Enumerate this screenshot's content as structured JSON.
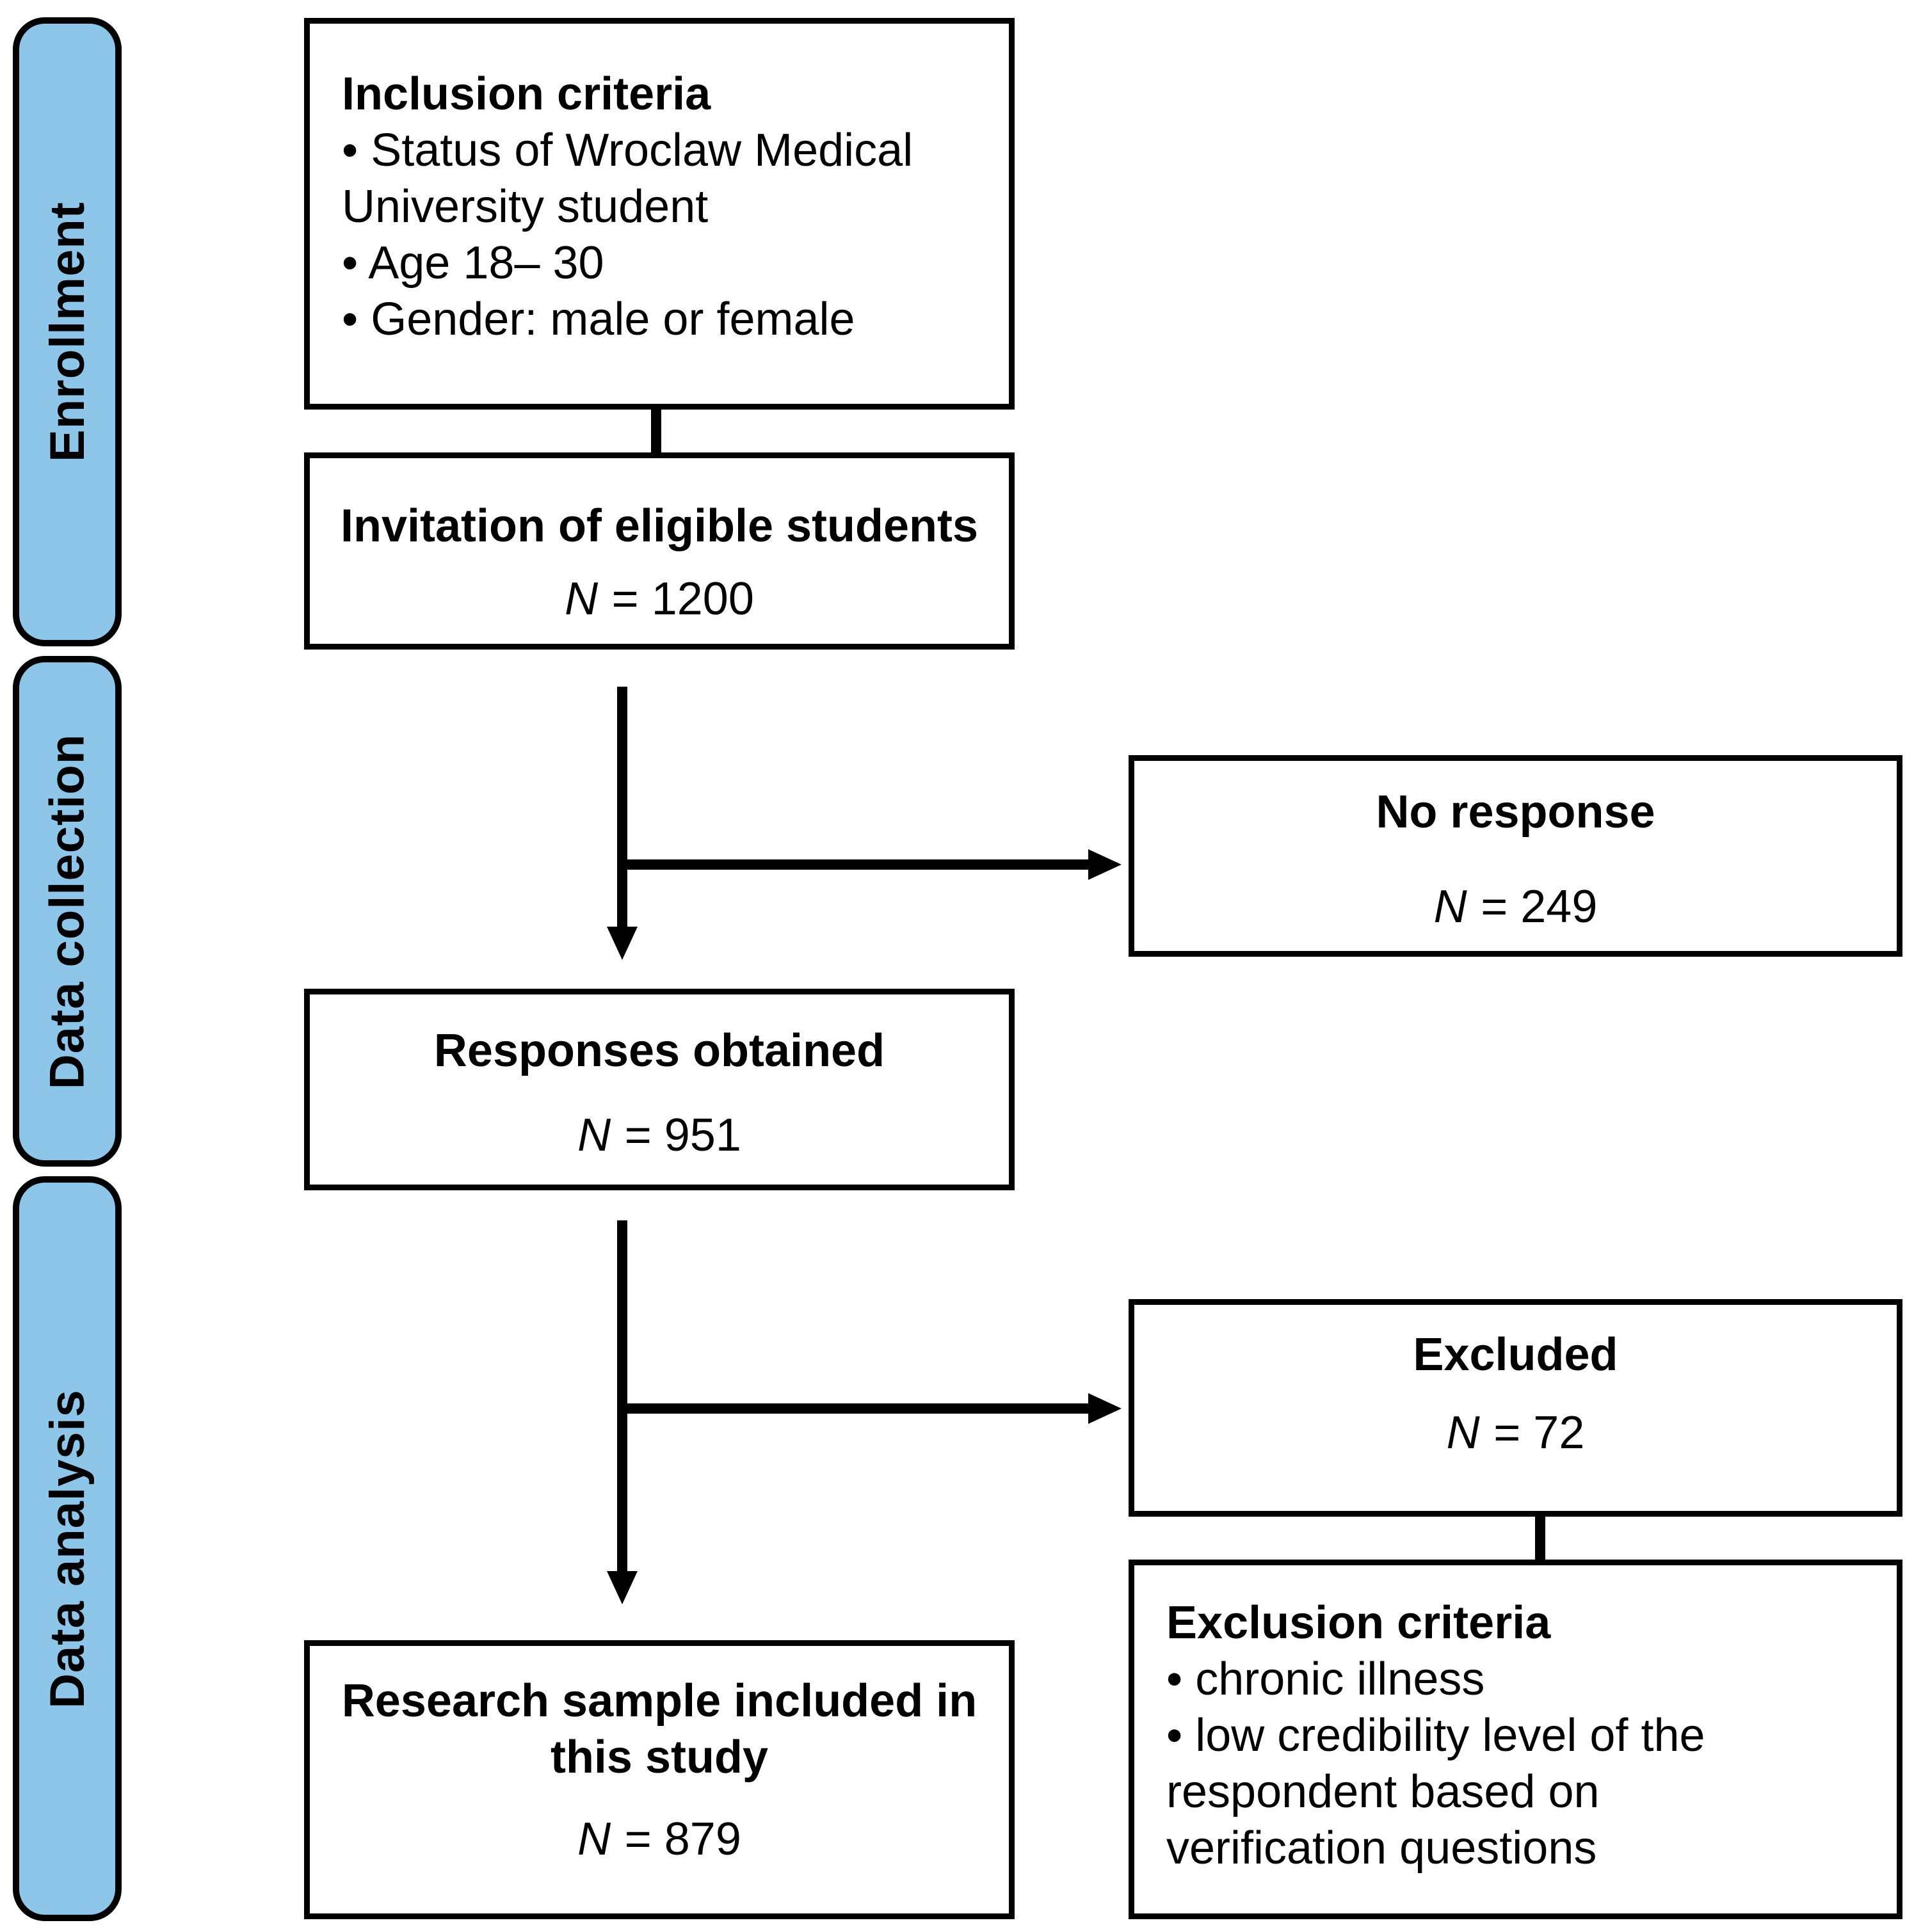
{
  "colors": {
    "stage_fill": "#8DC6E8",
    "line": "#000000",
    "box_background": "#ffffff",
    "text": "#000000"
  },
  "stages": [
    {
      "label": "Enrollment"
    },
    {
      "label": "Data collection"
    },
    {
      "label": "Data analysis"
    }
  ],
  "boxes": {
    "inclusion": {
      "title": "Inclusion criteria",
      "lines": [
        "• Status of Wroclaw Medical",
        "University student",
        "• Age 18– 30",
        "• Gender: male or female"
      ]
    },
    "invitation": {
      "title": "Invitation of eligible students",
      "n_symbol": "N",
      "n_value": "= 1200"
    },
    "no_response": {
      "title": "No response",
      "n_symbol": "N",
      "n_value": "= 249"
    },
    "responses": {
      "title": "Responses obtained",
      "n_symbol": "N",
      "n_value": "= 951"
    },
    "excluded": {
      "title": "Excluded",
      "n_symbol": "N",
      "n_value": "= 72"
    },
    "research_sample": {
      "title_lines": [
        "Research sample included in",
        "this study"
      ],
      "n_symbol": "N",
      "n_value": "= 879"
    },
    "exclusion": {
      "title": "Exclusion criteria",
      "lines": [
        "• chronic illness",
        "• low credibility level of the",
        "respondent based on",
        "verification questions"
      ]
    }
  }
}
